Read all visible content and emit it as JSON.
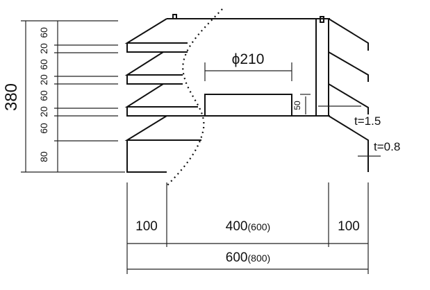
{
  "left_dimensions": {
    "total": "380",
    "segments": [
      "60",
      "20",
      "60",
      "20",
      "60",
      "20",
      "60",
      "80"
    ]
  },
  "diameter_label": "ϕ210",
  "collar_height_label": "50",
  "thickness_labels": {
    "frame": "t=1.5",
    "fin": "t=0.8"
  },
  "bottom_dimensions": {
    "left": "100",
    "middle": "400",
    "middle_alt": "(600)",
    "right": "100",
    "total": "600",
    "total_alt": "(800)"
  }
}
